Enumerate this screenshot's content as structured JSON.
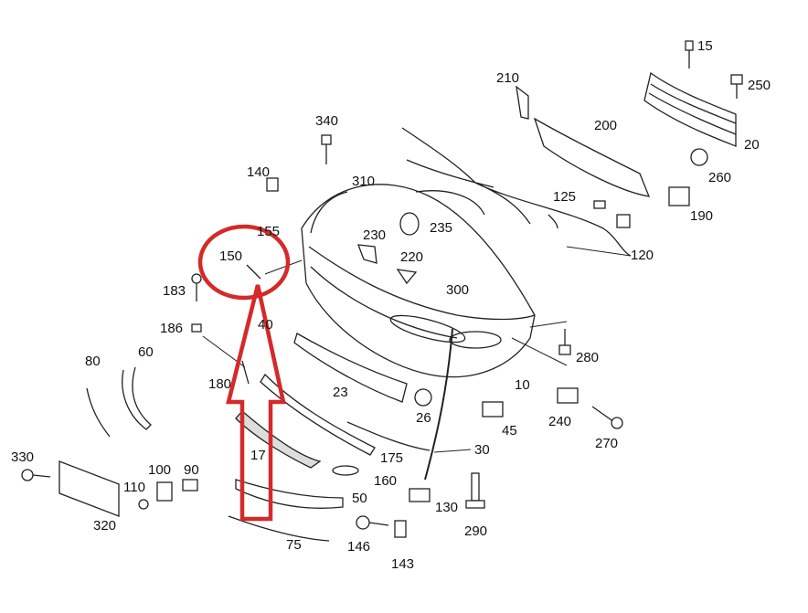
{
  "diagram": {
    "title": "Front bumper parts diagram",
    "highlight_color": "#d42a2a",
    "highlighted_part": "150",
    "labels": [
      "15",
      "250",
      "20",
      "260",
      "210",
      "200",
      "340",
      "140",
      "310",
      "125",
      "190",
      "230",
      "235",
      "120",
      "155",
      "150",
      "220",
      "183",
      "300",
      "186",
      "40",
      "280",
      "80",
      "60",
      "180",
      "23",
      "10",
      "240",
      "26",
      "45",
      "270",
      "30",
      "17",
      "175",
      "330",
      "100",
      "90",
      "160",
      "110",
      "50",
      "130",
      "290",
      "320",
      "146",
      "75",
      "143"
    ]
  }
}
